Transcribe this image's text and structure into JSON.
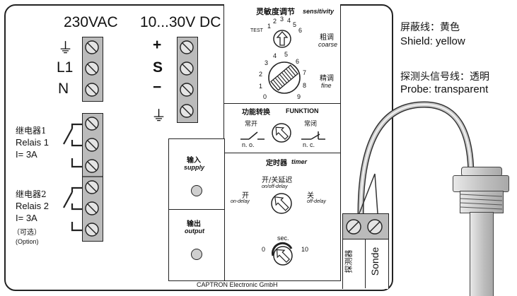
{
  "power": {
    "ac_label": "230VAC",
    "dc_label": "10...30V DC"
  },
  "ac_terminals": {
    "ground_symbol": "⏚",
    "l1": "L1",
    "n": "N"
  },
  "dc_terminals": {
    "plus": "+",
    "s": "S",
    "minus": "−",
    "ground_symbol": "⏚"
  },
  "relay1": {
    "cn": "继电器1",
    "de": "Relais 1",
    "current": "I= 3A"
  },
  "relay2": {
    "cn": "继电器2",
    "de": "Relais 2",
    "current": "I= 3A",
    "optional_cn": "（可选）",
    "optional_en": "(Option)"
  },
  "sensitivity": {
    "title_cn": "灵敏度调节",
    "title_en": "sensitivity",
    "coarse_cn": "粗调",
    "coarse_en": "coarse",
    "fine_cn": "精调",
    "fine_en": "fine",
    "coarse_scale": [
      "TEST",
      "1",
      "2",
      "3",
      "4",
      "5",
      "6"
    ],
    "fine_scale": [
      "0",
      "1",
      "2",
      "3",
      "4",
      "5",
      "6",
      "7",
      "8",
      "9"
    ]
  },
  "function": {
    "title_cn": "功能转换",
    "title_en": "FUNKTION",
    "no_cn": "常开",
    "nc_cn": "常闭",
    "no_en": "n. o.",
    "nc_en": "n. c."
  },
  "supply": {
    "cn": "输入",
    "en": "supply"
  },
  "output": {
    "cn": "输出",
    "en": "output"
  },
  "timer": {
    "title_cn": "定时器",
    "title_en": "timer",
    "onoff_cn": "开/关延迟",
    "onoff_en": "on/off-delay",
    "on_cn": "开",
    "on_en": "on-delay",
    "off_cn": "关",
    "off_en": "off-delay",
    "sec_label": "sec.",
    "min": "0",
    "max": "10"
  },
  "manufacturer": "CAPTRON Electronic GmbH",
  "probe_terminal": {
    "cn": "探测器",
    "de": "Sonde"
  },
  "legend": {
    "shield_cn": "屏蔽线：黄色",
    "shield_en": "Shield: yellow",
    "probe_cn": "探测头信号线：透明",
    "probe_en": "Probe: transparent"
  },
  "colors": {
    "terminal": "#bbbbbb",
    "line": "#222222",
    "led": "#cfcfcf"
  }
}
